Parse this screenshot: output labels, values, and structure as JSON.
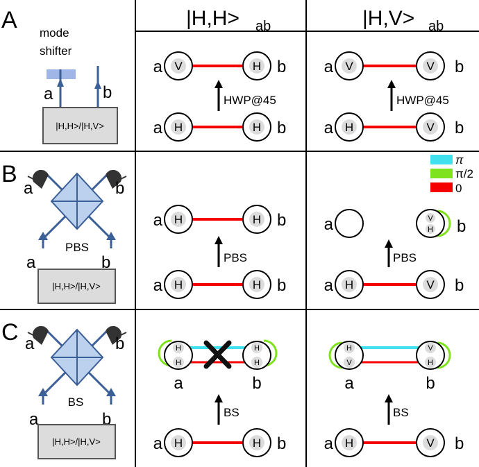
{
  "rows": {
    "a": {
      "letter": "A"
    },
    "b": {
      "letter": "B"
    },
    "c": {
      "letter": "C"
    }
  },
  "header": {
    "hh": {
      "main": "|H,H>",
      "sub": "ab"
    },
    "hv": {
      "main": "|H,V>",
      "sub": "ab"
    }
  },
  "source_label": "|H,H>/|H,V>",
  "mode_shifter": {
    "line1": "mode",
    "line2": "shifter"
  },
  "port_a": "a",
  "port_b": "b",
  "mode_h": "H",
  "mode_v": "V",
  "ops": {
    "hwp": "HWP@45",
    "pbs": "PBS",
    "bs": "BS"
  },
  "legend": {
    "items": [
      {
        "label": "π",
        "color": "#3fe2ec"
      },
      {
        "label": "π/2",
        "color": "#7ee31c"
      },
      {
        "label": "0",
        "color": "#f40000"
      }
    ]
  },
  "colors": {
    "red": "#f40000",
    "cyan": "#3fe2ec",
    "green": "#7ee31c",
    "blue": "#3b5f97",
    "mode_shifter": "#9fb6e6",
    "box_fill": "#dcdcdc",
    "bs_fill": "#bcd1ee",
    "dot": "#dcdcdc"
  }
}
